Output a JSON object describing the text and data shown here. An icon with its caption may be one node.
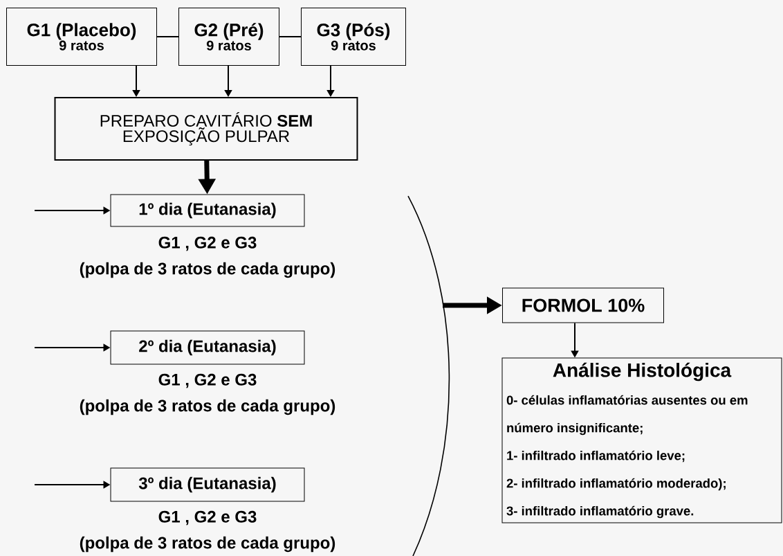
{
  "diagram": {
    "nodes": [
      {
        "text": [
          "G1 (Placebo)",
          "9 ratos"
        ]
      },
      {
        "text": [
          "G2 (Pré)",
          "9 ratos"
        ]
      },
      {
        "text": [
          "G3 (Pós)",
          "9 ratos"
        ]
      },
      {
        "text": [
          "PREPARO CAVITÁRIO **SEM** EXPOSIÇÃO PULPAR"
        ]
      },
      {
        "text": [
          "1º dia (Eutanasia)"
        ],
        "beside": [
          "G1 , G2 e G3",
          "(polpa de 3 ratos de cada grupo)"
        ]
      },
      {
        "text": [
          "2º dia (Eutanasia)"
        ],
        "beside": [
          "G1 , G2 e G3",
          "(polpa de 3 ratos de cada grupo)"
        ]
      },
      {
        "text": [
          "3º dia (Eutanasia)"
        ],
        "beside": [
          "G1 , G2 e G3",
          "(polpa de 3 ratos de cada grupo)"
        ]
      },
      {
        "text": [
          "FORMOL 10%"
        ]
      },
      {
        "text": [
          "Análise Histológica",
          "0- células inflamatórias ausentes ou em número insignificante;",
          "1- infiltrado inflamatório leve;",
          "2- infiltrado inflamatório moderado);",
          "3- infiltrado inflamatório grave."
        ]
      }
    ],
    "edges": [
      {
        "from": 0,
        "to": 1,
        "arrow": "none"
      },
      {
        "from": 1,
        "to": 2,
        "arrow": "none"
      },
      {
        "from": 0,
        "to": 3,
        "arrow": "to"
      },
      {
        "from": 1,
        "to": 3,
        "arrow": "to"
      },
      {
        "from": 2,
        "to": 3,
        "arrow": "to"
      },
      {
        "from": 3,
        "to": 4,
        "arrow": "to",
        "style": "thick"
      },
      {
        "from": null,
        "to": 4,
        "arrow": "to"
      },
      {
        "from": null,
        "to": 5,
        "arrow": "to"
      },
      {
        "from": null,
        "to": 6,
        "arrow": "to"
      },
      {
        "from": null,
        "to": 7,
        "arrow": "to",
        "style": "thick"
      },
      {
        "from": 7,
        "to": 8,
        "arrow": "to"
      }
    ]
  }
}
